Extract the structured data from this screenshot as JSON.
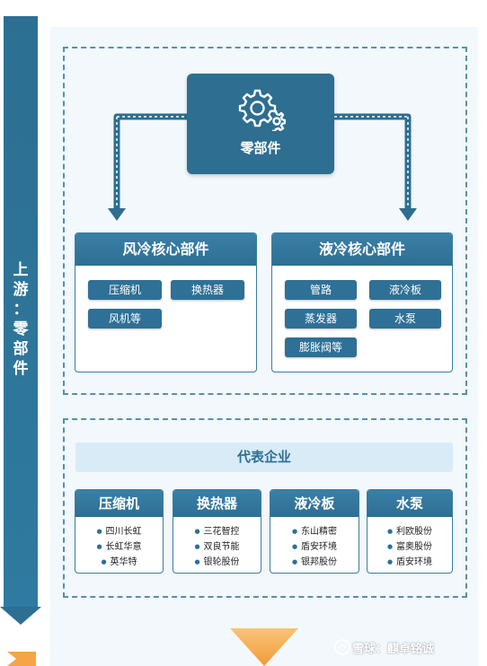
{
  "stage": {
    "label_chars": [
      "上",
      "游",
      "：",
      "零",
      "部",
      "件"
    ]
  },
  "center": {
    "title": "零部件",
    "icon": "gears-icon"
  },
  "categories": [
    {
      "title": "风冷核心部件",
      "items": [
        "压缩机",
        "换热器",
        "风机等"
      ]
    },
    {
      "title": "液冷核心部件",
      "items": [
        "管路",
        "液冷板",
        "蒸发器",
        "水泵",
        "膨胀阀等"
      ]
    }
  ],
  "enterprises": {
    "header": "代表企业",
    "groups": [
      {
        "title": "压缩机",
        "companies": [
          "四川长虹",
          "长虹华意",
          "英华特"
        ]
      },
      {
        "title": "换热器",
        "companies": [
          "三花智控",
          "双良节能",
          "银轮股份"
        ]
      },
      {
        "title": "液冷板",
        "companies": [
          "东山精密",
          "盾安环境",
          "银邦股份"
        ]
      },
      {
        "title": "水泵",
        "companies": [
          "利欧股份",
          "富奥股份",
          "盾安环境"
        ]
      }
    ]
  },
  "watermark": {
    "text": "雪球：麒卓铭诚"
  },
  "colors": {
    "primary": "#2d6e91",
    "band": "#2c6f92",
    "dash": "#5a8fac",
    "light_bg": "#f2f8fc",
    "header_bg": "#d9ebf6",
    "accent_orange": "#f5a545"
  }
}
